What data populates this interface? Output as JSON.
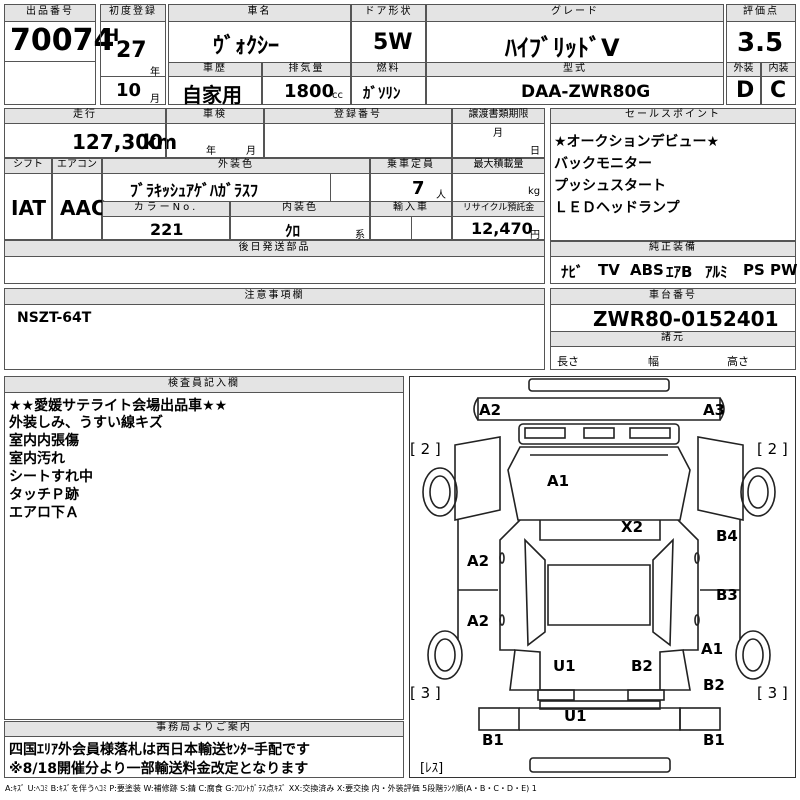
{
  "sheet": {
    "lot": {
      "label": "出品番号",
      "value": "70074"
    },
    "first_reg": {
      "label": "初度登録",
      "era": "H",
      "year": "27",
      "year_unit": "年",
      "month": "10",
      "month_unit": "月"
    },
    "car_name": {
      "label": "車名",
      "value": "ｳﾞｫｸｼｰ"
    },
    "doors": {
      "label": "ドア形状",
      "value": "5W"
    },
    "grade": {
      "label": "グレード",
      "value": "ﾊｲﾌﾞﾘｯﾄﾞV"
    },
    "score": {
      "label": "評価点",
      "value": "3.5"
    },
    "history": {
      "label": "車歴",
      "value": "自家用"
    },
    "displacement": {
      "label": "排気量",
      "value": "1800",
      "unit": "cc"
    },
    "fuel": {
      "label": "燃料",
      "value": "ｶﾞｿﾘﾝ"
    },
    "model": {
      "label": "型式",
      "value": "DAA-ZWR80G"
    },
    "exterior": {
      "label": "外装",
      "value": "D"
    },
    "interior": {
      "label": "内装",
      "value": "C"
    },
    "mileage": {
      "label": "走行",
      "value": "127,300",
      "unit": "km"
    },
    "inspection": {
      "label": "車検",
      "year_unit": "年",
      "month_unit": "月"
    },
    "reg_no": {
      "label": "登録番号"
    },
    "transfer": {
      "label": "譲渡書類期限",
      "month_unit": "月",
      "day_unit": "日"
    },
    "shift": {
      "label": "シフト",
      "value": "IAT"
    },
    "aircon": {
      "label": "エアコン",
      "value": "AAC"
    },
    "color": {
      "label": "外装色",
      "value": "ﾌﾞﾗｷｯｼｭｱｹﾞﾊｶﾞﾗｽﾌ"
    },
    "capacity": {
      "label": "乗車定員",
      "value": "7",
      "unit": "人"
    },
    "max_load": {
      "label": "最大積載量",
      "unit": "kg"
    },
    "color_no": {
      "label": "カラーNo.",
      "value": "221"
    },
    "int_color": {
      "label": "内装色",
      "value": "ｸﾛ",
      "unit": "系"
    },
    "import": {
      "label": "輸入車"
    },
    "recycle": {
      "label": "リサイクル預託金",
      "value": "12,470",
      "unit": "円"
    },
    "later_parts": {
      "label": "後日発送部品"
    },
    "sales_points": {
      "label": "セールスポイント",
      "lines": [
        "★オークションデビュー★",
        "バックモニター",
        "プッシュスタート",
        "ＬＥＤヘッドランプ"
      ]
    },
    "equipment": {
      "label": "純正装備",
      "items": [
        "ﾅﾋﾞ",
        "TV",
        "ABS",
        "ｴｱB",
        "ｱﾙﾐ",
        "PS",
        "PW"
      ]
    },
    "notes": {
      "label": "注意事項欄",
      "value": "NSZT-64T"
    },
    "chassis": {
      "label": "車台番号",
      "value": "ZWR80-0152401"
    },
    "dims": {
      "label": "諸元",
      "length": "長さ",
      "width": "幅",
      "height": "高さ"
    },
    "inspector": {
      "label": "検査員記入欄",
      "lines": [
        "★★愛媛サテライト会場出品車★★",
        "外装しみ、うすい線キズ",
        "室内内張傷",
        "室内汚れ",
        "シートすれ中",
        "タッチＰ跡",
        "エアロ下Ａ"
      ]
    },
    "office": {
      "label": "事務局よりご案内",
      "lines": [
        "四国ｴﾘｱ外会員様落札は西日本輸送ｾﾝﾀｰ手配です",
        "※8/18開催分より一部輸送料金改定となります"
      ]
    },
    "diagram": {
      "labels": {
        "a2_top": "A2",
        "a3_top": "A3",
        "a1_hood": "A1",
        "x2": "X2",
        "a2_l1": "A2",
        "a2_l2": "A2",
        "b4": "B4",
        "b3": "B3",
        "a1_r": "A1",
        "b2_r": "B2",
        "u1_tail": "U1",
        "b2_tail": "B2",
        "u1_bump": "U1",
        "b1_l": "B1",
        "b1_r": "B1"
      },
      "brackets": {
        "tl": "[ 2 ]",
        "tr": "[ 2 ]",
        "bl": "[ 3 ]",
        "br": "[ 3 ]",
        "les": "[ﾚｽ]"
      }
    },
    "legend": "A:ｷｽﾞ U:ﾍｺﾐ B:ｷｽﾞを伴うﾍｺﾐ P:要塗装 W:補修跡 S:錆 C:腐食 G:ﾌﾛﾝﾄｶﾞﾗｽ点ｷｽﾞ XX:交換済み X:要交換  内・外装評価  5段階ﾗﾝｸ順(A・B・C・D・E) 1"
  }
}
